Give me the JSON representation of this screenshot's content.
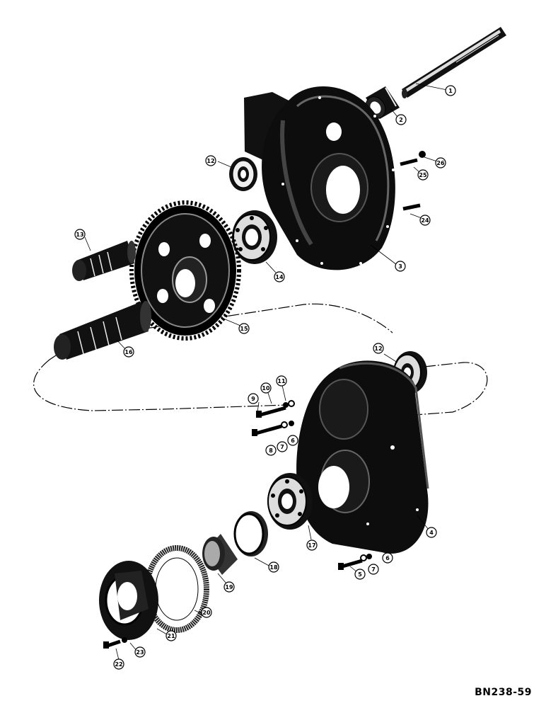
{
  "diagram": {
    "reference_code": "BN238-59",
    "callouts": [
      {
        "id": "shaft",
        "label": "1"
      },
      {
        "id": "sleeve",
        "label": "2"
      },
      {
        "id": "upper-housing",
        "label": "3"
      },
      {
        "id": "lower-housing",
        "label": "4"
      },
      {
        "id": "bolt-lower-right",
        "label": "5"
      },
      {
        "id": "nut-lower-right",
        "label": "6"
      },
      {
        "id": "lockwasher-lower-right",
        "label": "7"
      },
      {
        "id": "bolt-mid-2",
        "label": "8"
      },
      {
        "id": "lockwasher-mid",
        "label": "7"
      },
      {
        "id": "nut-mid",
        "label": "6"
      },
      {
        "id": "bolt-mid-1",
        "label": "9"
      },
      {
        "id": "washer-mid",
        "label": "10"
      },
      {
        "id": "nut-mid-top",
        "label": "11"
      },
      {
        "id": "bearing-upper",
        "label": "12"
      },
      {
        "id": "bearing-lower",
        "label": "12"
      },
      {
        "id": "pinion-shaft",
        "label": "13"
      },
      {
        "id": "bearing-14",
        "label": "14"
      },
      {
        "id": "gear",
        "label": "15"
      },
      {
        "id": "output-shaft",
        "label": "16"
      },
      {
        "id": "bearing-17",
        "label": "17"
      },
      {
        "id": "race-18",
        "label": "18"
      },
      {
        "id": "cup-19",
        "label": "19"
      },
      {
        "id": "gasket",
        "label": "20"
      },
      {
        "id": "cover",
        "label": "21"
      },
      {
        "id": "bolt-cover",
        "label": "22"
      },
      {
        "id": "washer-cover",
        "label": "23"
      },
      {
        "id": "stud-24",
        "label": "24"
      },
      {
        "id": "stud-25",
        "label": "25"
      },
      {
        "id": "nut-26",
        "label": "26"
      }
    ]
  }
}
